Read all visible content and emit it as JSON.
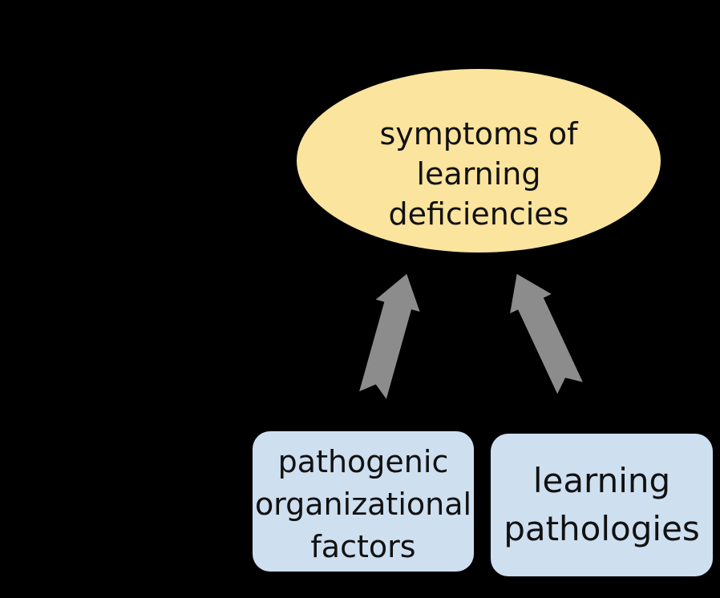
{
  "colors": {
    "background": "#000000",
    "ellipse_fill": "#FAE49E",
    "box_fill": "#CEDFF0",
    "arrow_fill": "#8C8C8C",
    "text": "#111111"
  },
  "nodes": {
    "symptoms": {
      "lines": [
        "symptoms of",
        "learning",
        "deficiencies"
      ]
    },
    "factors": {
      "lines": [
        "pathogenic",
        "organizational",
        "factors"
      ]
    },
    "pathologies": {
      "lines": [
        "learning",
        "pathologies"
      ]
    }
  },
  "arrows": [
    {
      "name": "left-arrow",
      "from": "pathogenic organizational factors",
      "to": "symptoms of learning deficiencies"
    },
    {
      "name": "right-arrow",
      "from": "learning pathologies",
      "to": "symptoms of learning deficiencies"
    }
  ]
}
